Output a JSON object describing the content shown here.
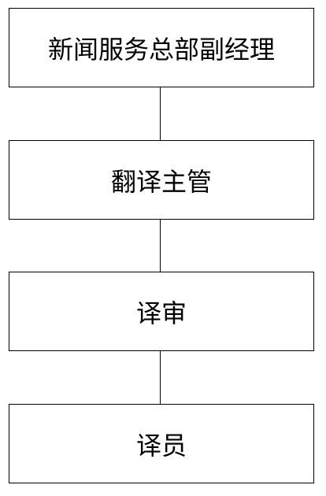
{
  "diagram": {
    "nodes": [
      {
        "id": "deputy-manager",
        "label": "新闻服务总部副经理"
      },
      {
        "id": "translation-supervisor",
        "label": "翻译主管"
      },
      {
        "id": "translation-reviewer",
        "label": "译审"
      },
      {
        "id": "translator",
        "label": "译员"
      }
    ],
    "edges": [
      {
        "from": "deputy-manager",
        "to": "translation-supervisor"
      },
      {
        "from": "translation-supervisor",
        "to": "translation-reviewer"
      },
      {
        "from": "translation-reviewer",
        "to": "translator"
      }
    ]
  }
}
